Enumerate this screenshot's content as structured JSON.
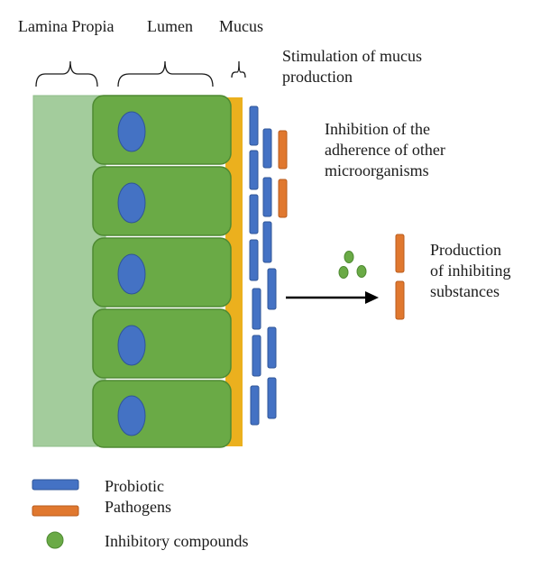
{
  "labels": {
    "lamina_propia": "Lamina Propia",
    "lumen": "Lumen",
    "mucus": "Mucus",
    "stimulation": "Stimulation of mucus\nproduction",
    "inhibition": "Inhibition of the\nadherence of other\nmicroorganisms",
    "production": "Production\nof inhibiting\nsubstances"
  },
  "legend": {
    "probiotic": "Probiotic",
    "pathogens": "Pathogens",
    "inhibitory": "Inhibitory compounds"
  },
  "colors": {
    "lamina": "#a3cc9c",
    "cell": "#6aaa46",
    "cell_border": "#4e8a32",
    "nucleus": "#4472c4",
    "mucus": "#ebb01e",
    "probiotic": "#4472c4",
    "pathogen": "#e0782f",
    "compound": "#6aaa46"
  }
}
